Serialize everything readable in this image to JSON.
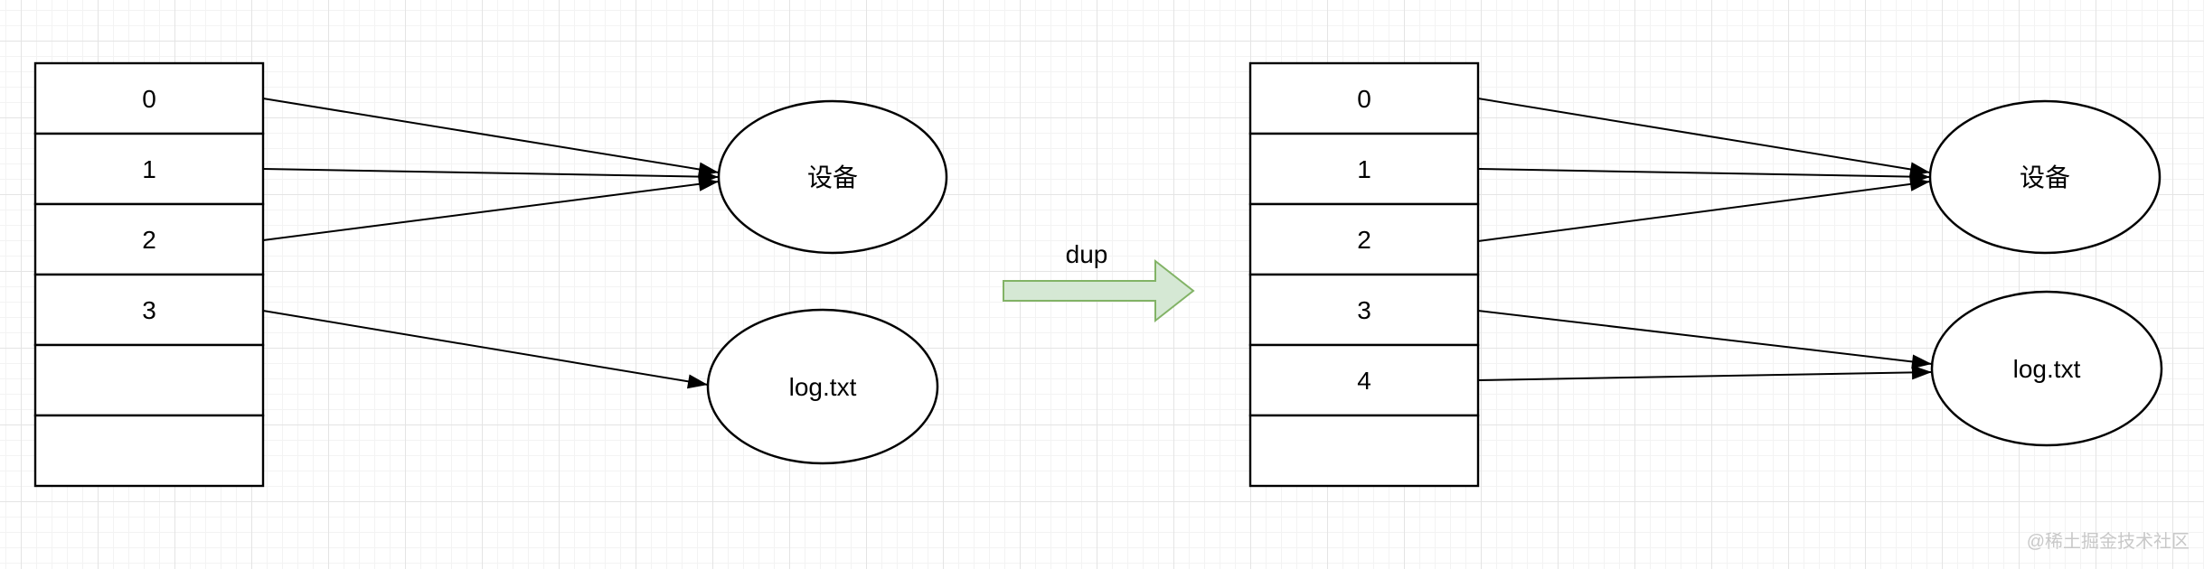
{
  "canvas": {
    "background": "#ffffff",
    "grid_minor_color": "#f3f3f3",
    "grid_major_color": "#e4e4e4"
  },
  "left_diagram": {
    "fd_table": {
      "rows": [
        "0",
        "1",
        "2",
        "3",
        "",
        ""
      ]
    },
    "device_node": {
      "label": "设备"
    },
    "file_node": {
      "label": "log.txt"
    }
  },
  "dup_arrow": {
    "label": "dup",
    "fill": "#d5e8d4",
    "stroke": "#82b366"
  },
  "right_diagram": {
    "fd_table": {
      "rows": [
        "0",
        "1",
        "2",
        "3",
        "4",
        ""
      ]
    },
    "device_node": {
      "label": "设备"
    },
    "file_node": {
      "label": "log.txt"
    }
  },
  "watermark": {
    "text": "@稀土掘金技术社区",
    "color": "#c8c8c8"
  }
}
